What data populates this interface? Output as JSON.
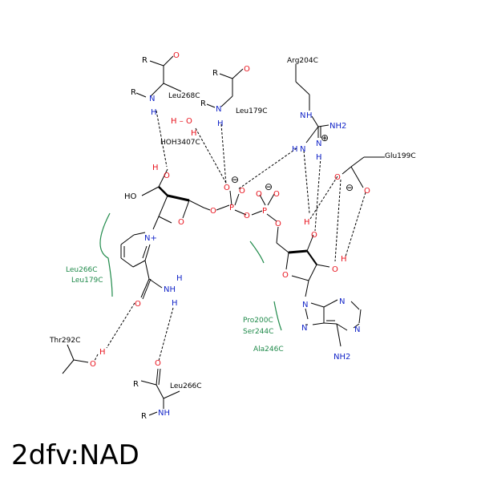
{
  "title": "2dfv:NAD",
  "colors": {
    "oxygen": "#e8141e",
    "nitrogen": "#1426c8",
    "carbon": "#000000",
    "hydrophobic": "#1f8a4a",
    "hbond": "#000000"
  },
  "residues": {
    "leu268": "Leu268C",
    "leu179": "Leu179C",
    "arg204": "Arg204C",
    "glu199": "Glu199C",
    "hoh": "HOH3407C",
    "thr292": "Thr292C",
    "leu266": "Leu266C"
  },
  "hydrophobic": {
    "left1": "Leu266C",
    "left2": "Leu179C",
    "right1": "Pro200C",
    "right2": "Ser244C",
    "right3": "Ala246C"
  },
  "atoms": {
    "R": "R",
    "O": "O",
    "N": "N",
    "H": "H",
    "P": "P",
    "HO": "HO",
    "NH2": "NH2",
    "NH": "NH",
    "N_plus": "N+",
    "H_dash": "H –",
    "minus": "⊖",
    "plus": "⊕"
  }
}
